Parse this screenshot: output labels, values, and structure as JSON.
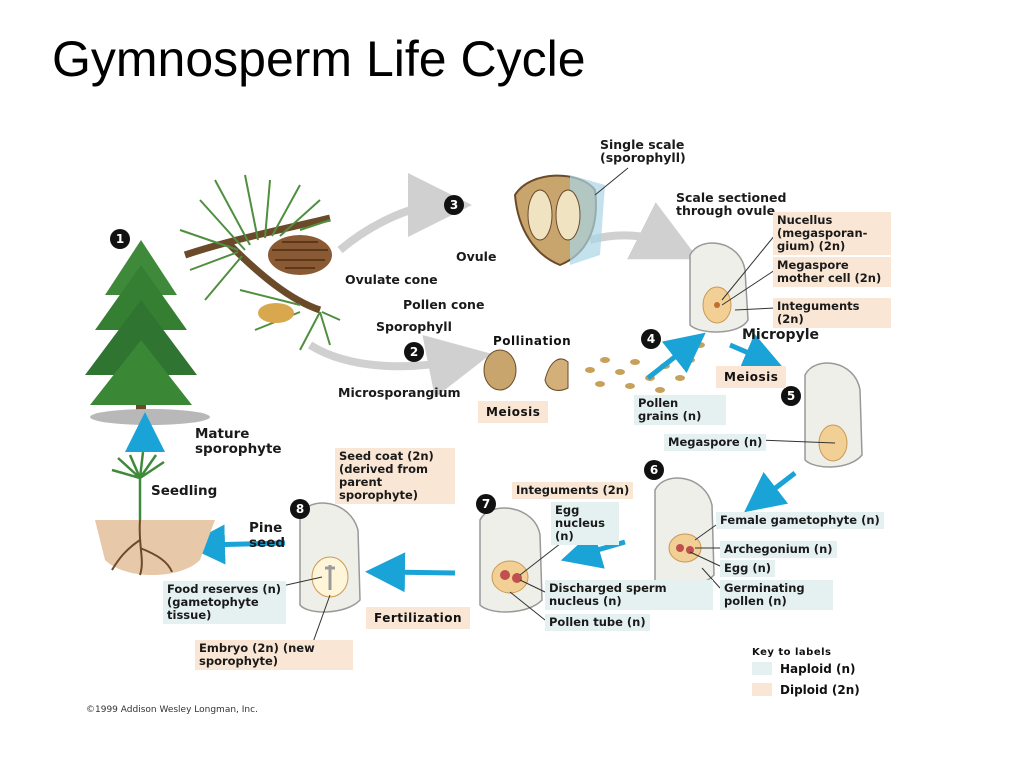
{
  "title": "Gymnosperm Life Cycle",
  "steps": [
    "1",
    "2",
    "3",
    "4",
    "5",
    "6",
    "7",
    "8"
  ],
  "stages": {
    "pollination": "Pollination",
    "meiosis_1": "Meiosis",
    "meiosis_2": "Meiosis",
    "fertilization": "Fertilization"
  },
  "labels": {
    "single_scale": "Single scale (sporophyll)",
    "ovule": "Ovule",
    "ovulate_cone": "Ovulate cone",
    "pollen_cone": "Pollen cone",
    "sporophyll": "Sporophyll",
    "microsporangium": "Microsporangium",
    "scale_sectioned": "Scale sectioned through ovule",
    "nucellus": "Nucellus (megasporan-gium) (2n)",
    "megaspore_mother": "Megaspore mother cell (2n)",
    "integuments_top": "Integuments (2n)",
    "micropyle": "Micropyle",
    "pollen_grains": "Pollen grains (n)",
    "megaspore": "Megaspore (n)",
    "mature_sporophyte": "Mature sporophyte",
    "seedling": "Seedling",
    "seed_coat": "Seed coat (2n) (derived from parent sporophyte)",
    "integuments_mid": "Integuments (2n)",
    "egg_nucleus": "Egg nucleus (n)",
    "female_gametophyte": "Female gametophyte (n)",
    "archegonium": "Archegonium (n)",
    "egg": "Egg (n)",
    "germinating_pollen": "Germinating pollen (n)",
    "discharged_sperm": "Discharged sperm nucleus (n)",
    "pollen_tube": "Pollen tube (n)",
    "pine_seed": "Pine seed",
    "food_reserves": "Food reserves (n) (gametophyte tissue)",
    "embryo": "Embryo (2n) (new sporophyte)"
  },
  "key": {
    "title": "Key to labels",
    "haploid": "Haploid (n)",
    "diploid": "Diploid (2n)",
    "haploid_color": "#e5f1f1",
    "diploid_color": "#f9e6d4"
  },
  "copyright": "©1999 Addison Wesley Longman, Inc."
}
